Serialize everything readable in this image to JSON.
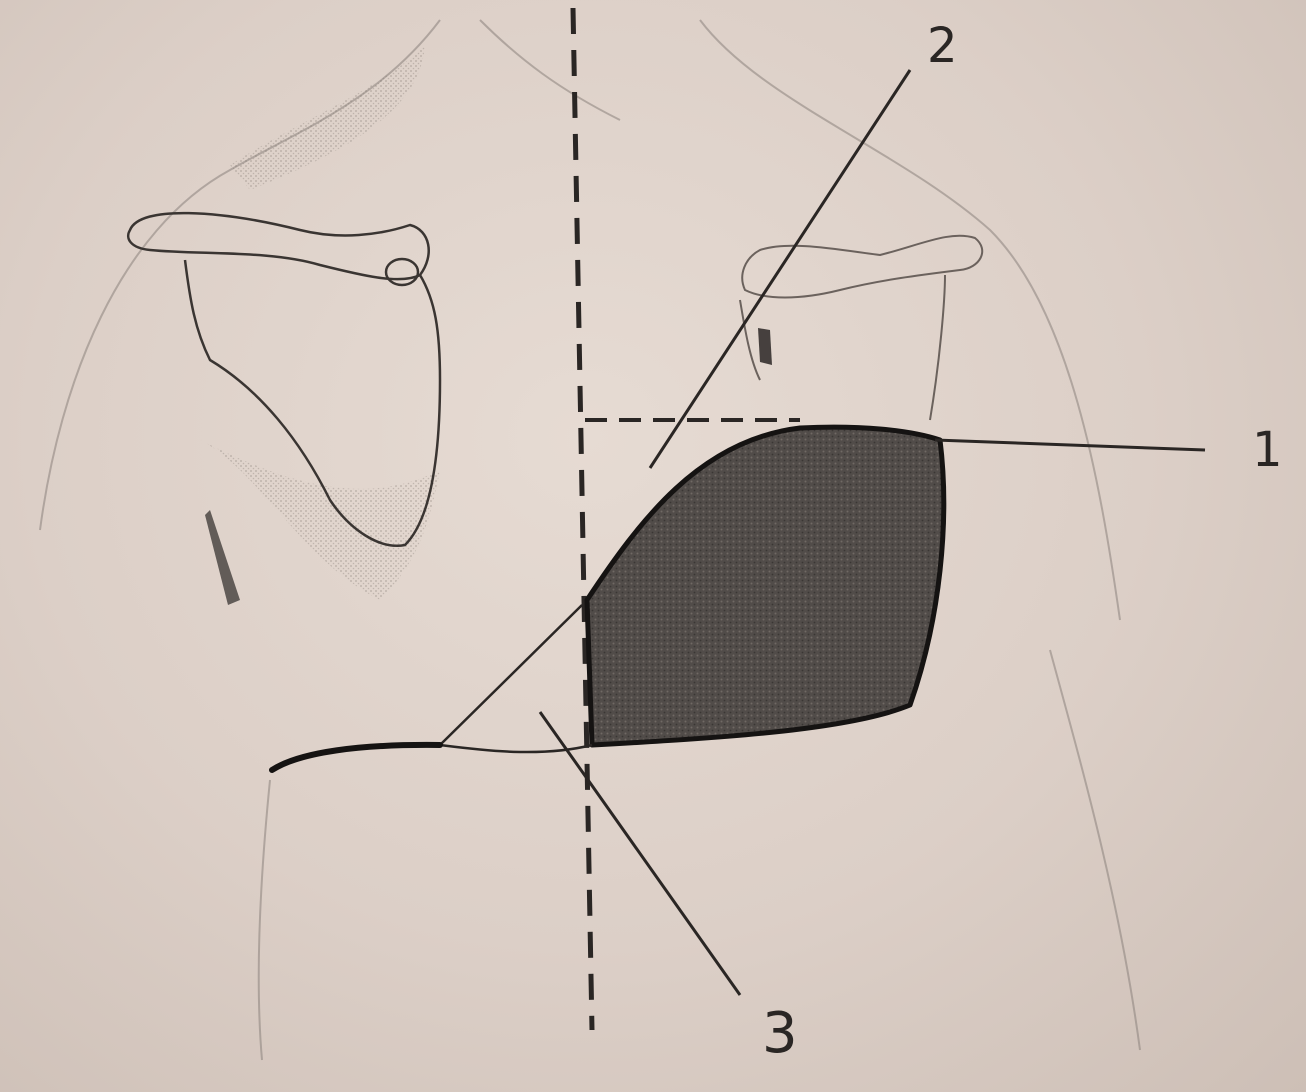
{
  "callouts": [
    {
      "id": "1",
      "label": "1"
    },
    {
      "id": "2",
      "label": "2"
    },
    {
      "id": "3",
      "label": "3"
    }
  ],
  "colors": {
    "background": "#dcd0c9",
    "ink": "#2a2624",
    "sketch": "#6e6560",
    "shaded_region": "#4a4643"
  }
}
